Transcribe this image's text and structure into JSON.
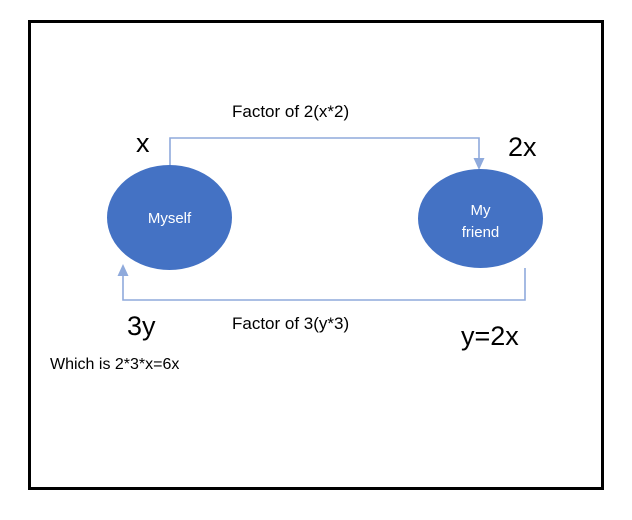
{
  "diagram": {
    "title_none": "",
    "frame": {
      "border_color": "#000000"
    },
    "colors": {
      "node_fill": "#4472C4",
      "node_text": "#FFFFFF",
      "connector": "#8FAADC",
      "frame_border": "#000000",
      "text": "#000000"
    },
    "nodes": [
      {
        "id": "myself",
        "label": "Myself"
      },
      {
        "id": "my-friend",
        "label_line1": "My",
        "label_line2": "friend"
      }
    ],
    "connectors": [
      {
        "id": "top-connector",
        "label": "Factor of 2(x*2)",
        "direction": "myself-to-friend",
        "source_label": "x",
        "target_label": "2x"
      },
      {
        "id": "bottom-connector",
        "label": "Factor of 3(y*3)",
        "direction": "friend-to-myself",
        "source_label": "y=2x",
        "target_label": "3y"
      }
    ],
    "annotations": {
      "top_label": "Factor of 2(x*2)",
      "bottom_label": "Factor of 3(y*3)",
      "left_top": "x",
      "right_top": "2x",
      "left_bottom": "3y",
      "right_bottom": "y=2x",
      "conclusion": "Which is 2*3*x=6x"
    }
  }
}
